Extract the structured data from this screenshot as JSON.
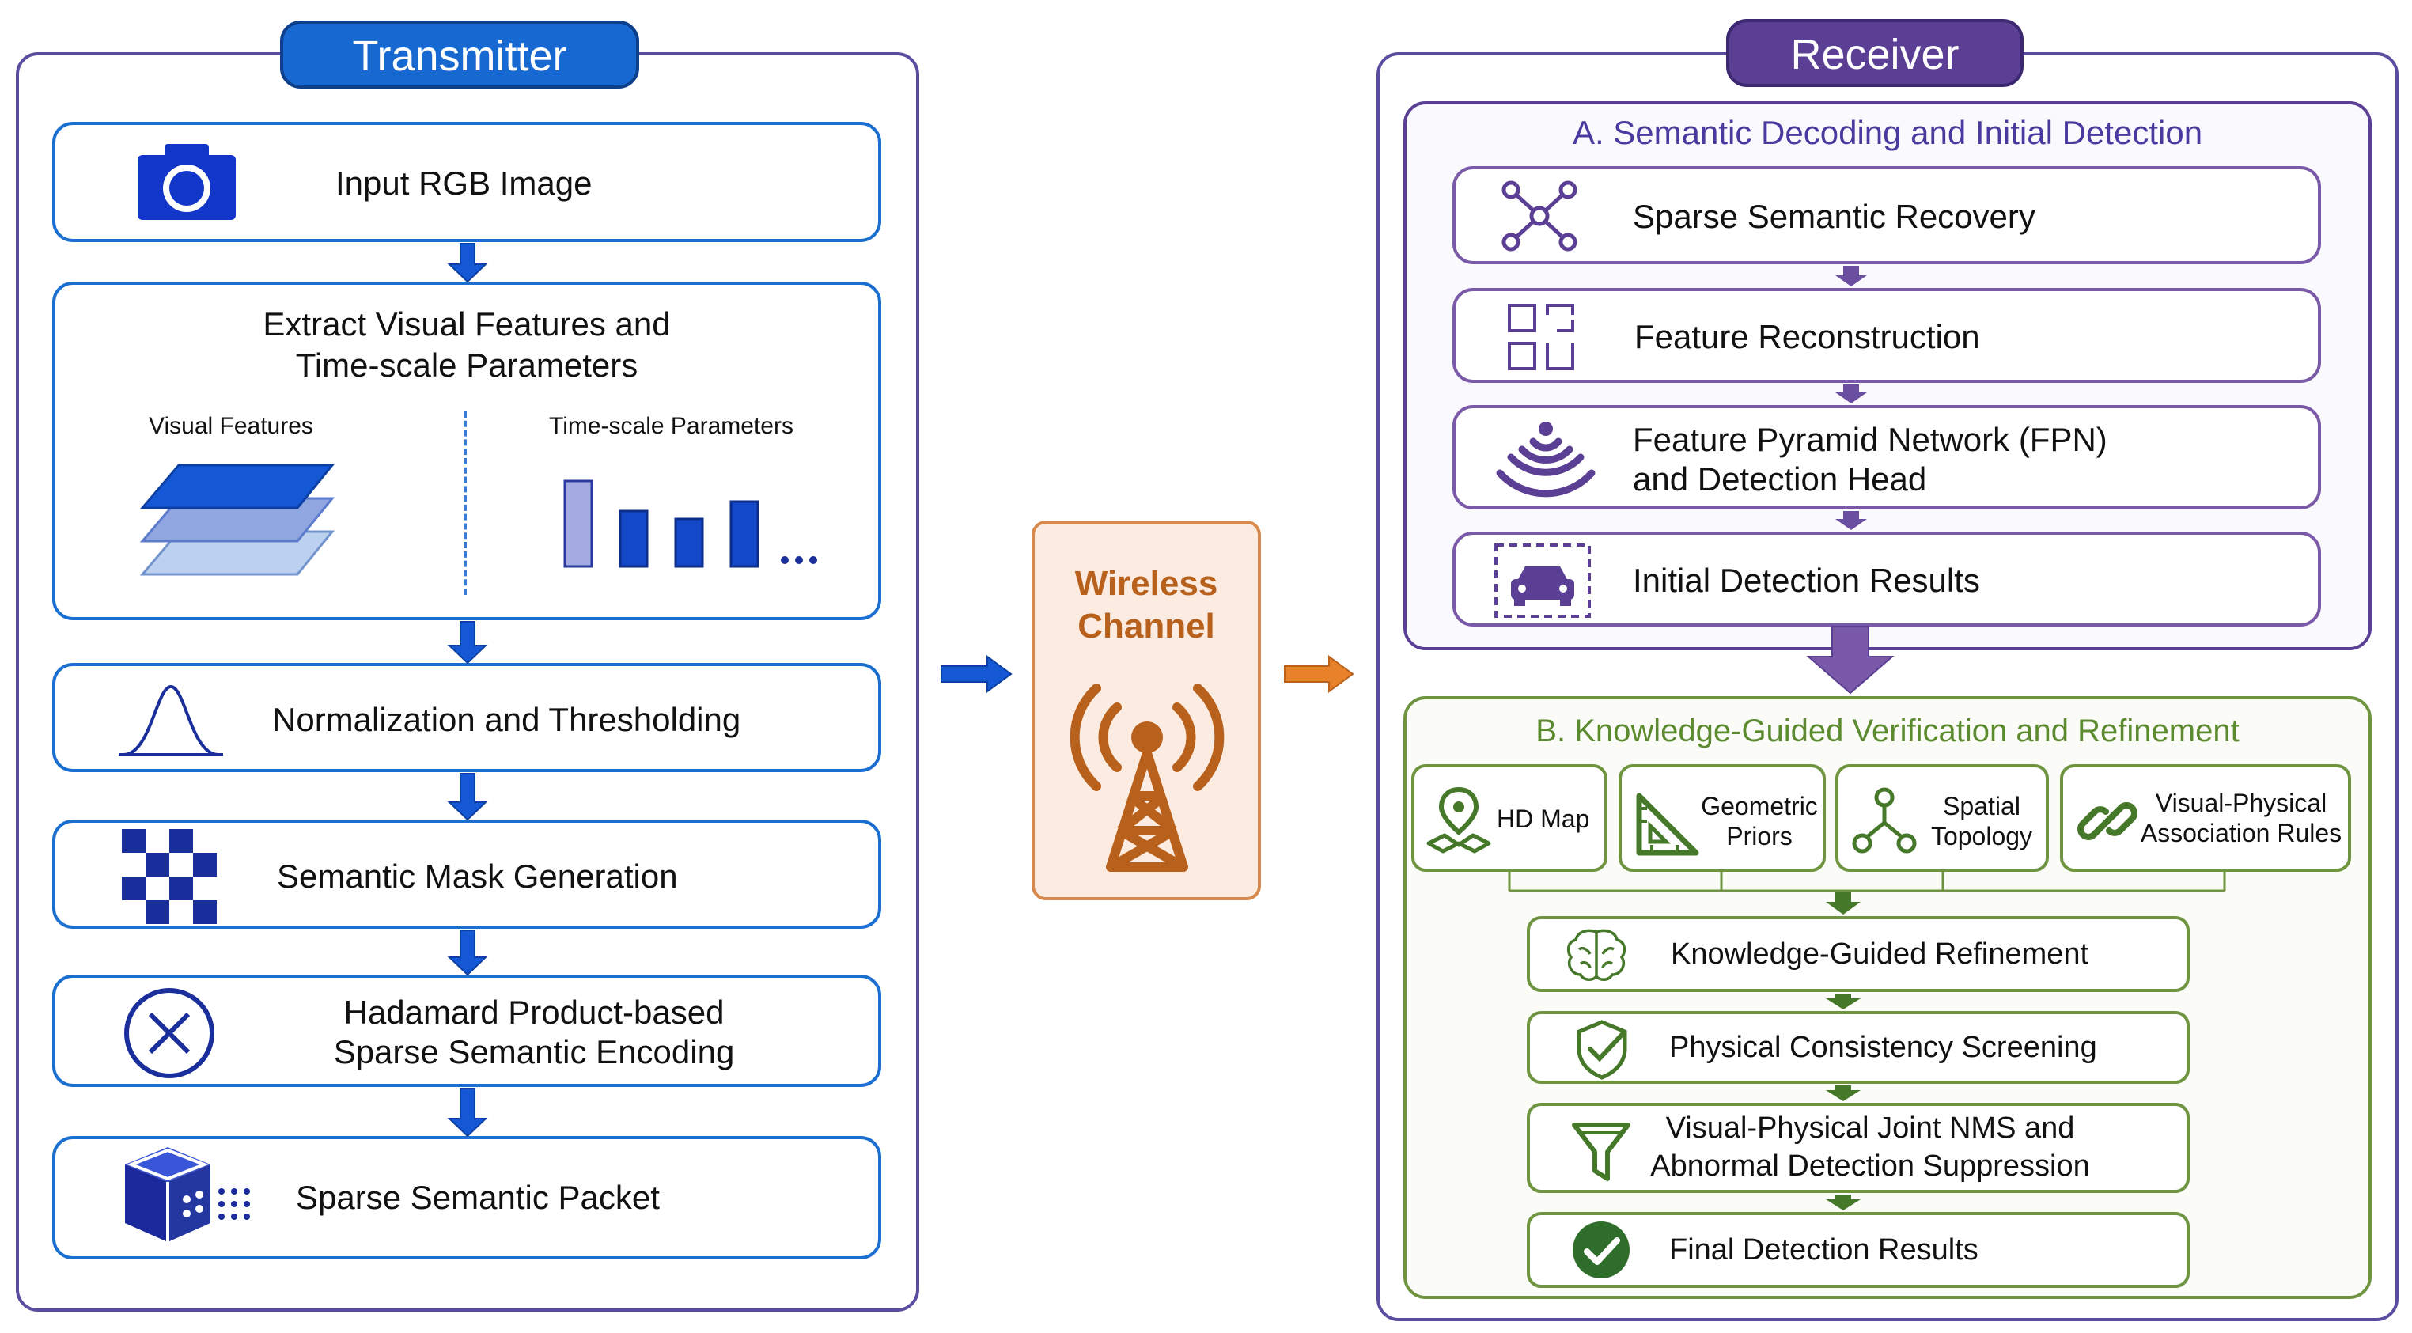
{
  "transmitter": {
    "title": "Transmitter",
    "steps": {
      "input": "Input RGB Image",
      "extract_line1": "Extract Visual Features and",
      "extract_line2": "Time-scale Parameters",
      "visual_features": "Visual Features",
      "time_scale_params": "Time-scale  Parameters",
      "normalization": "Normalization and Thresholding",
      "mask": "Semantic Mask Generation",
      "hadamard_line1": "Hadamard Product-based",
      "hadamard_line2": "Sparse Semantic Encoding",
      "packet": "Sparse Semantic Packet"
    },
    "icons": [
      "camera-icon",
      "layers-icon",
      "bar-icon",
      "bell-curve-icon",
      "checkerboard-icon",
      "times-circle-icon",
      "cube-icon"
    ]
  },
  "channel": {
    "line1": "Wireless",
    "line2": "Channel",
    "icon": "antenna-tower-icon"
  },
  "receiver": {
    "title": "Receiver",
    "section_a": {
      "title": "A. Semantic Decoding and Initial Detection",
      "steps": {
        "recovery": "Sparse Semantic Recovery",
        "reconstruction": "Feature Reconstruction",
        "fpn_line1": "Feature Pyramid Network (FPN)",
        "fpn_line2": "and Detection Head",
        "initial": "Initial Detection Results"
      }
    },
    "section_b": {
      "title": "B. Knowledge-Guided Verification and Refinement",
      "knowledge": {
        "hd_map": "HD Map",
        "geo_1": "Geometric",
        "geo_2": "Priors",
        "spatial_1": "Spatial",
        "spatial_2": "Topology",
        "vp_1": "Visual-Physical",
        "vp_2": "Association Rules"
      },
      "steps": {
        "refinement": "Knowledge-Guided Refinement",
        "screening": "Physical Consistency Screening",
        "nms_line1": "Visual-Physical Joint NMS and",
        "nms_line2": "Abnormal Detection Suppression",
        "final": "Final Detection Results"
      }
    }
  },
  "colors": {
    "transmitter": "#1a6fd1",
    "receiver": "#5b3f94",
    "knowledge": "#6f9440",
    "channel": "#b8611c",
    "arrow_orange": "#e8822a"
  }
}
